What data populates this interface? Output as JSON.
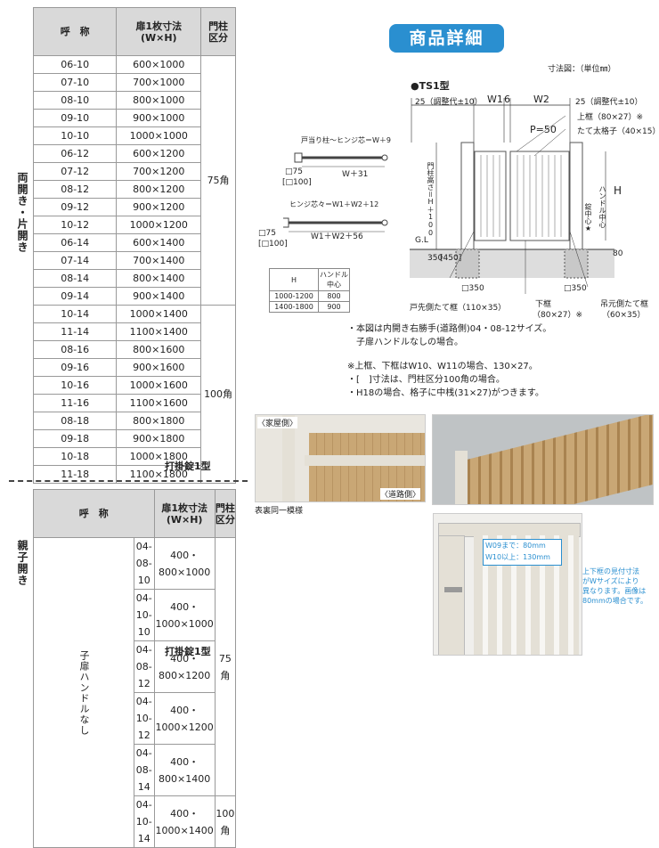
{
  "table1": {
    "head": {
      "name": "呼　称",
      "size_line1": "扉1枚寸法",
      "size_line2": "(W×H)",
      "post_line1": "門柱",
      "post_line2": "区分"
    },
    "side_label": "両開き・片開き",
    "rows": [
      {
        "name": "06-10",
        "size": "600×1000"
      },
      {
        "name": "07-10",
        "size": "700×1000"
      },
      {
        "name": "08-10",
        "size": "800×1000"
      },
      {
        "name": "09-10",
        "size": "900×1000"
      },
      {
        "name": "10-10",
        "size": "1000×1000"
      },
      {
        "name": "06-12",
        "size": "600×1200"
      },
      {
        "name": "07-12",
        "size": "700×1200"
      },
      {
        "name": "08-12",
        "size": "800×1200"
      },
      {
        "name": "09-12",
        "size": "900×1200"
      },
      {
        "name": "10-12",
        "size": "1000×1200"
      },
      {
        "name": "06-14",
        "size": "600×1400"
      },
      {
        "name": "07-14",
        "size": "700×1400"
      },
      {
        "name": "08-14",
        "size": "800×1400"
      },
      {
        "name": "09-14",
        "size": "900×1400"
      },
      {
        "name": "10-14",
        "size": "1000×1400"
      },
      {
        "name": "11-14",
        "size": "1100×1400"
      },
      {
        "name": "08-16",
        "size": "800×1600"
      },
      {
        "name": "09-16",
        "size": "900×1600"
      },
      {
        "name": "10-16",
        "size": "1000×1600"
      },
      {
        "name": "11-16",
        "size": "1100×1600"
      },
      {
        "name": "08-18",
        "size": "800×1800"
      },
      {
        "name": "09-18",
        "size": "900×1800"
      },
      {
        "name": "10-18",
        "size": "1000×1800"
      },
      {
        "name": "11-18",
        "size": "1100×1800"
      }
    ],
    "post_75": "75角",
    "post_100": "100角",
    "footer": "打掛錠1型"
  },
  "table2": {
    "head": {
      "name": "呼　称",
      "size_line1": "扉1枚寸法",
      "size_line2": "(W×H)",
      "post_line1": "門柱",
      "post_line2": "区分"
    },
    "side_label": "親子開き",
    "sub_label": "子扉ハンドルなし",
    "rows": [
      {
        "name": "04-08-10",
        "size": "400・800×1000"
      },
      {
        "name": "04-10-10",
        "size": "400・1000×1000"
      },
      {
        "name": "04-08-12",
        "size": "400・800×1200"
      },
      {
        "name": "04-10-12",
        "size": "400・1000×1200"
      },
      {
        "name": "04-08-14",
        "size": "400・800×1400"
      },
      {
        "name": "04-10-14",
        "size": "400・1000×1400"
      }
    ],
    "post_75": "75角",
    "post_100": "100角",
    "footer": "打掛錠1型"
  },
  "detail": {
    "badge": "商品詳細",
    "unit": "寸法図：（単位㎜）",
    "model": "●TS1型",
    "dims": {
      "w1": "W1",
      "six": "6",
      "w2": "W2",
      "adj_left": "25（調整代±10）",
      "adj_right": "25（調整代±10）",
      "top_frame": "上框（80×27）※",
      "vertical_lattice": "たて太格子（40×15）",
      "p50": "P=50",
      "h": "H",
      "post_height": "門柱高さ＝H＋100",
      "handle_center": "ハンドル中心",
      "lock_center": "錠中心★",
      "gl": "G.L",
      "d350": "350",
      "d450": "[450]",
      "d80": "80",
      "sq350_l": "□350",
      "sq350_r": "□350",
      "door_tip_frame": "戸先側たて框（110×35）",
      "bottom_frame": "下框",
      "bottom_frame_size": "（80×27）※",
      "hinge_frame": "吊元側たて框",
      "hinge_frame_size": "（60×35）"
    },
    "mini": {
      "l1": "戸当り柱～ヒンジ芯＝W＋9",
      "sq75a": "□75",
      "sq100a": "[□100]",
      "wplus": "W＋31",
      "l2": "ヒンジ芯々＝W1＋W2＋12",
      "sq75b": "□75",
      "sq100b": "[□100]",
      "wsum": "W1＋W2＋56"
    },
    "htable": {
      "h_head": "H",
      "hc_head": "ハンドル中心",
      "rows": [
        {
          "h": "1000-1200",
          "v": "800"
        },
        {
          "h": "1400-1800",
          "v": "900"
        }
      ]
    },
    "notes": [
      "・本図は内開き右勝手(道路側)04・08-12サイズ。",
      "　子扉ハンドルなしの場合。",
      "",
      "※上框、下框はW10、W11の場合、130×27。",
      "・[　]寸法は、門柱区分100角の場合。",
      "・H18の場合、格子に中桟(31×27)がつきます。"
    ],
    "photo1_tag_house": "〈家屋側〉",
    "photo1_tag_road": "〈道路側〉",
    "photo1_caption": "表裏同一模様",
    "photo3_box1": "W09まで：80mm",
    "photo3_box2": "W10以上：130mm",
    "photo3_note": [
      "上下框の見付寸法",
      "がWサイズにより",
      "異なります。画像は",
      "80mmの場合です。"
    ]
  },
  "colors": {
    "badge": "#2a8fd0",
    "header_bg": "#d9d9d9",
    "wood": "#c9a775",
    "frame": "#e4e0d6"
  }
}
